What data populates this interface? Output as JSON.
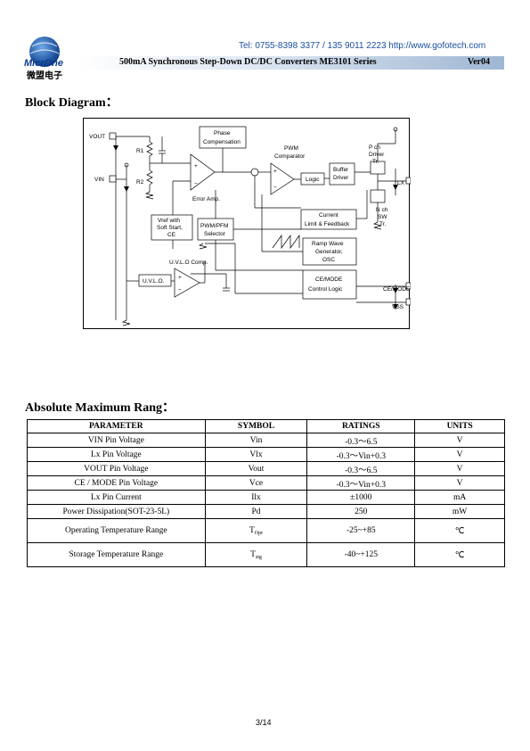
{
  "header": {
    "contact": "Tel: 0755-8398 3377 / 135 9011 2223  http://www.gofotech.com",
    "logo_text": "MicrOne",
    "logo_subtext": "微盟电子",
    "banner_title": "500mA Synchronous Step-Down DC/DC Converters ME3101 Series",
    "version": "Ver04"
  },
  "block_diagram": {
    "heading": "Block Diagram：",
    "pins": {
      "vout": "VOUT",
      "vin": "VIN",
      "lx": "LX",
      "ce_mode": "CE/MODE",
      "vss": "VSS"
    },
    "labels": {
      "r1": "R1",
      "r2": "R2",
      "phase_line1": "Phase",
      "phase_line2": "Compensation",
      "error_amp": "Error Amp.",
      "pwm_comp_line1": "PWM",
      "pwm_comp_line2": "Comparator",
      "logic": "Logic",
      "buffer_line1": "Buffer",
      "buffer_line2": "Driver",
      "pch_line1": "P ch",
      "pch_line2": "Driver",
      "pch_line3": "Tr.",
      "nch_line1": "N ch",
      "nch_line2": "SW",
      "nch_line3": "Tr.",
      "current_line1": "Current",
      "current_line2": "Limit & Feedback",
      "ramp_line1": "Ramp Wave",
      "ramp_line2": "Generator,",
      "ramp_line3": "OSC",
      "vref_line1": "Vref with",
      "vref_line2": "Soft Start,",
      "vref_line3": "CE",
      "pwmpfm_line1": "PWM/PFM",
      "pwmpfm_line2": "Selector",
      "uvlo_comp": "U.V.L.O Comp.",
      "uvlo": "U.V.L.O.",
      "cemode_line1": "CE/MODE",
      "cemode_line2": "Control Logic",
      "plus": "+",
      "minus": "−"
    }
  },
  "abs_max": {
    "heading": "Absolute Maximum Rang：",
    "columns": [
      "PARAMETER",
      "SYMBOL",
      "RATINGS",
      "UNITS"
    ],
    "rows": [
      {
        "parameter": "VIN Pin Voltage",
        "symbol": "Vin",
        "symbol_sub": "",
        "rating": "-0.3～6.5",
        "unit": "V"
      },
      {
        "parameter": "Lx Pin Voltage",
        "symbol": "Vlx",
        "symbol_sub": "",
        "rating": "-0.3～Vin+0.3",
        "unit": "V"
      },
      {
        "parameter": "VOUT Pin Voltage",
        "symbol": "Vout",
        "symbol_sub": "",
        "rating": "-0.3～6.5",
        "unit": "V"
      },
      {
        "parameter": "CE / MODE Pin Voltage",
        "symbol": "Vce",
        "symbol_sub": "",
        "rating": "-0.3～Vin+0.3",
        "unit": "V"
      },
      {
        "parameter": "Lx Pin Current",
        "symbol": "Ilx",
        "symbol_sub": "",
        "rating": "±1000",
        "unit": "mA"
      },
      {
        "parameter": "Power Dissipation(SOT-23-5L)",
        "symbol": "Pd",
        "symbol_sub": "",
        "rating": "250",
        "unit": "mW"
      },
      {
        "parameter": "Operating Temperature Range",
        "symbol": "T",
        "symbol_sub": "Opr",
        "rating": "-25~+85",
        "unit": "℃"
      },
      {
        "parameter": "Storage Temperature Range",
        "symbol": "T",
        "symbol_sub": "stg",
        "rating": "-40~+125",
        "unit": "℃"
      }
    ]
  },
  "footer": {
    "page": "3/14"
  }
}
